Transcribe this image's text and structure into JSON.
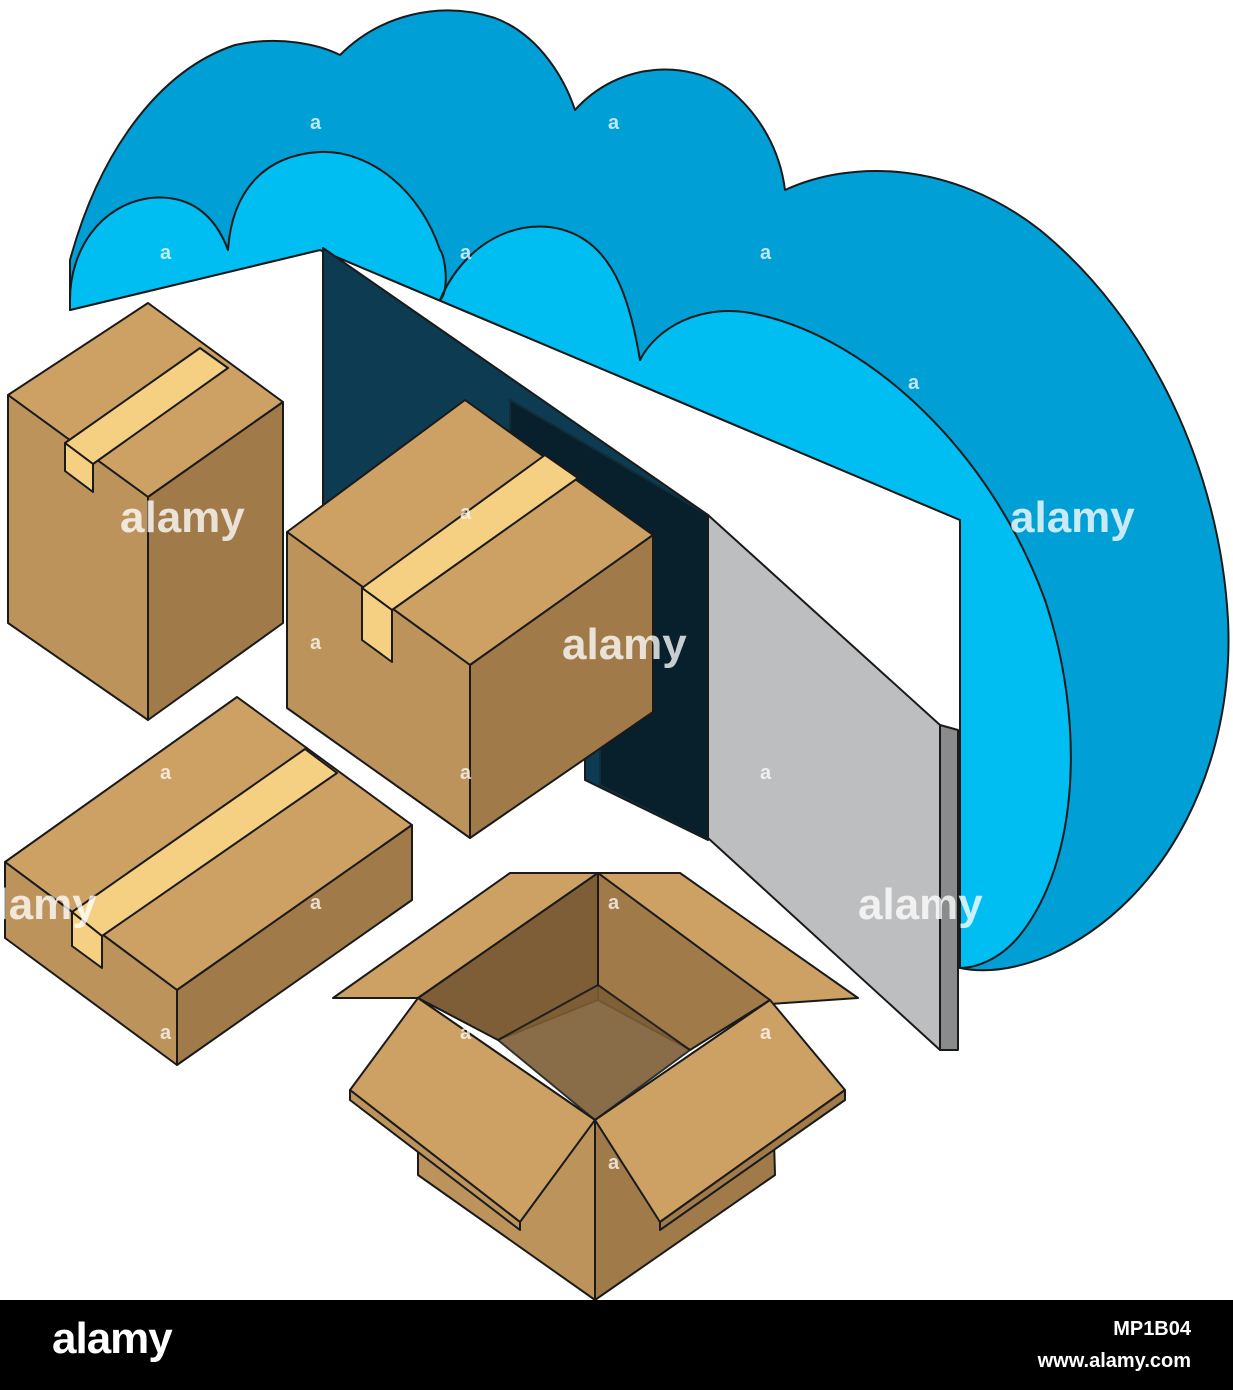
{
  "colors": {
    "cloud_front": "#00BEF2",
    "cloud_side": "#009FD6",
    "door_opening": "#0D3B52",
    "door_panel": "#BDBEC0",
    "door_edge": "#8A8B8D",
    "box_top": "#CDA064",
    "box_left": "#BD935C",
    "box_right": "#A07B49",
    "box_inner": "#7D5E36",
    "tape": "#F5CF82",
    "outline": "#1A1A1A",
    "footer_bg": "#000000"
  },
  "illustration": {
    "name": "cloud with storage door and cardboard boxes"
  },
  "watermarks": {
    "text": "alamy",
    "letter": "a"
  },
  "footer": {
    "logo": "alamy",
    "image_id": "MP1B04",
    "url": "www.alamy.com"
  }
}
